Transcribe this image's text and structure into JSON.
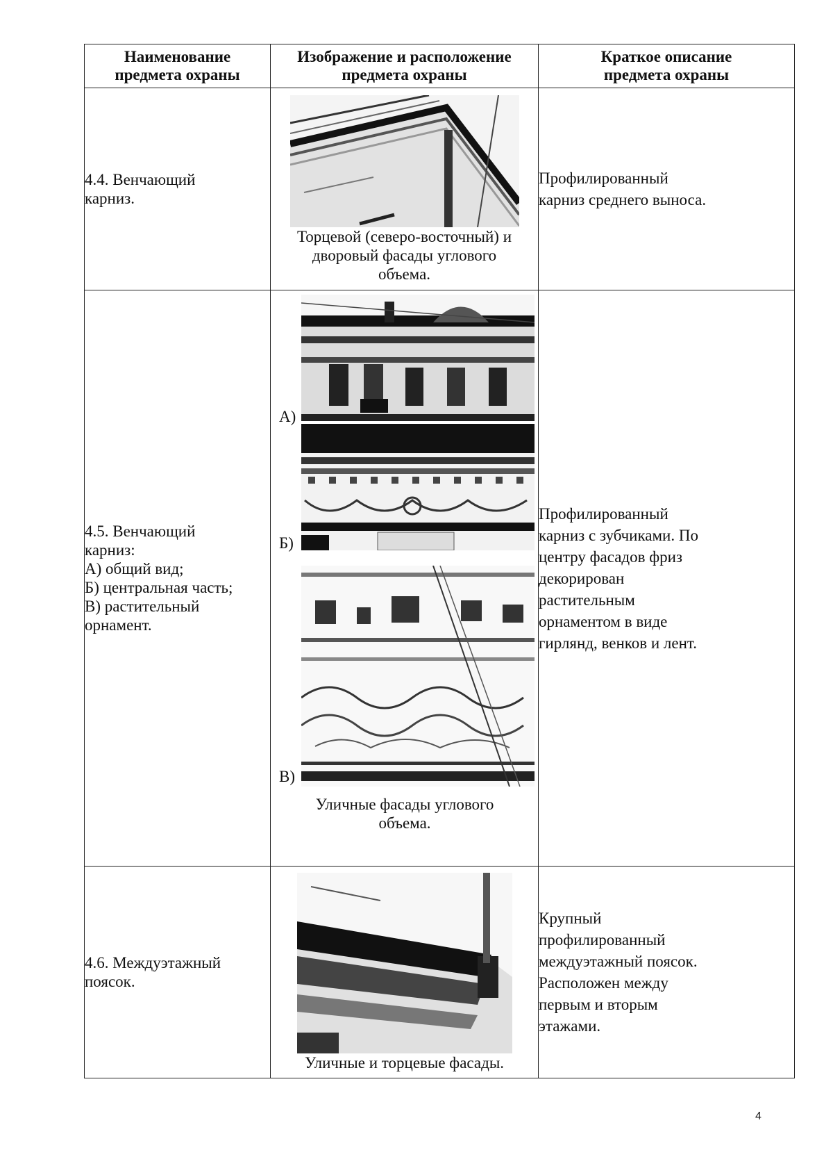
{
  "header": {
    "col1": [
      "Наименование",
      "предмета охраны"
    ],
    "col2": [
      "Изображение и расположение",
      "предмета охраны"
    ],
    "col3": [
      "Краткое описание",
      "предмета охраны"
    ]
  },
  "rows": [
    {
      "name": [
        "4.4.  Венчающий",
        "карниз."
      ],
      "caption": [
        "Торцевой (северо-восточный) и",
        "дворовый фасады углового",
        "объема."
      ],
      "desc": [
        "Профилированный",
        "карниз среднего выноса."
      ]
    },
    {
      "name": [
        "4.5.  Венчающий",
        "карниз:",
        "А) общий вид;",
        "Б) центральная часть;",
        "В) растительный",
        "орнамент."
      ],
      "labels": [
        "А)",
        "Б)",
        "В)"
      ],
      "caption": [
        "Уличные фасады углового",
        "объема."
      ],
      "desc": [
        "Профилированный",
        "карниз с зубчиками. По",
        "центру фасадов фриз",
        "декорирован",
        "растительным",
        "орнаментом в виде",
        "гирлянд, венков и лент."
      ]
    },
    {
      "name": [
        "4.6.  Междуэтажный",
        "поясок."
      ],
      "caption": [
        "Уличные и торцевые фасады."
      ],
      "desc": [
        "Крупный",
        "профилированный",
        "междуэтажный поясок.",
        "Расположен между",
        "первым и вторым",
        "этажами."
      ]
    }
  ],
  "page_number": "4"
}
